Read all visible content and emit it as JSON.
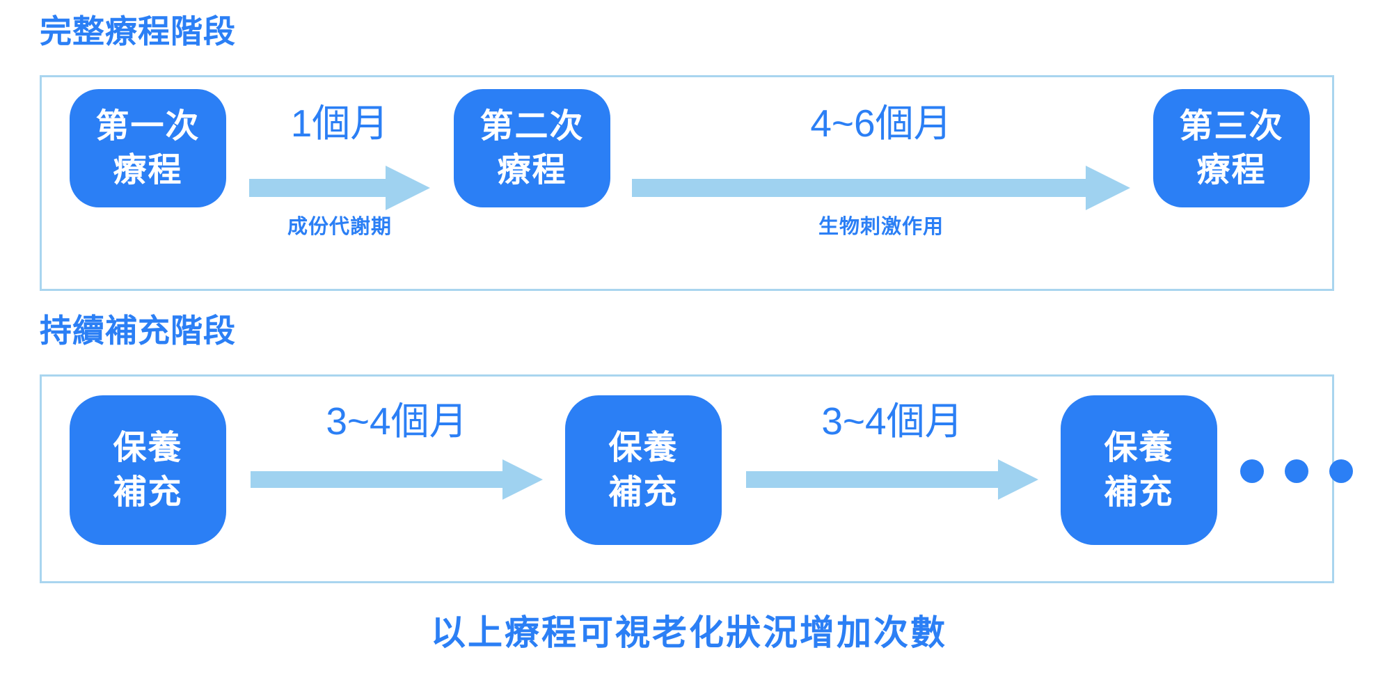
{
  "colors": {
    "primary_blue": "#2b7ff5",
    "arrow_blue": "#9fd2f0",
    "panel_border": "#a9d5ef",
    "node_text": "#ffffff",
    "background": "#ffffff"
  },
  "sections": [
    {
      "heading": "完整療程階段",
      "nodes": [
        {
          "line1": "第一次",
          "line2": "療程"
        },
        {
          "line1": "第二次",
          "line2": "療程"
        },
        {
          "line1": "第三次",
          "line2": "療程"
        }
      ],
      "connectors": [
        {
          "duration": "1個月",
          "note": "成份代謝期"
        },
        {
          "duration": "4~6個月",
          "note": "生物刺激作用"
        }
      ]
    },
    {
      "heading": "持續補充階段",
      "nodes": [
        {
          "line1": "保養",
          "line2": "補充"
        },
        {
          "line1": "保養",
          "line2": "補充"
        },
        {
          "line1": "保養",
          "line2": "補充"
        }
      ],
      "connectors": [
        {
          "duration": "3~4個月",
          "note": ""
        },
        {
          "duration": "3~4個月",
          "note": ""
        }
      ],
      "continuation": {
        "dots": 3
      }
    }
  ],
  "footer": {
    "note": "以上療程可視老化狀況增加次數"
  }
}
